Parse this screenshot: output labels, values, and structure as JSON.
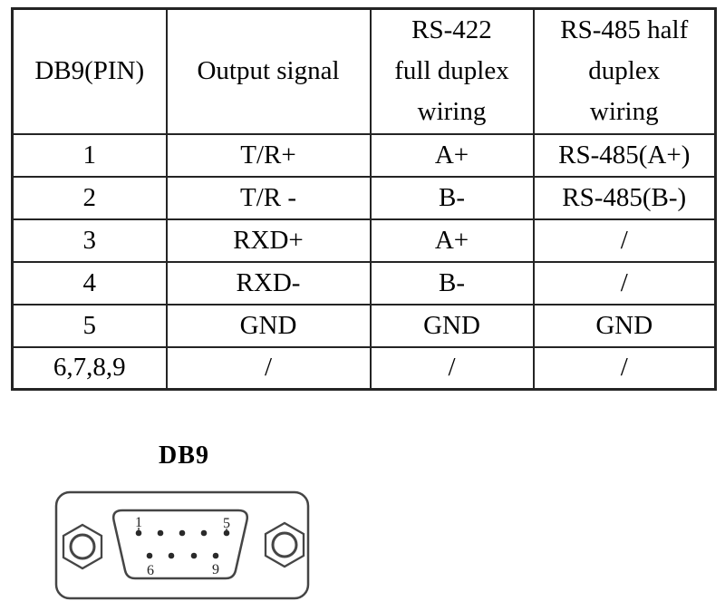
{
  "table": {
    "headers": [
      "DB9(PIN)",
      "Output signal",
      "RS-422\nfull duplex\nwiring",
      "RS-485 half\nduplex\nwiring"
    ],
    "rows": [
      [
        "1",
        "T/R+",
        "A+",
        "RS-485(A+)"
      ],
      [
        "2",
        "T/R -",
        "B-",
        "RS-485(B-)"
      ],
      [
        "3",
        "RXD+",
        "A+",
        "/"
      ],
      [
        "4",
        "RXD-",
        "B-",
        "/"
      ],
      [
        "5",
        "GND",
        "GND",
        "GND"
      ],
      [
        "6,7,8,9",
        "/",
        "/",
        "/"
      ]
    ]
  },
  "connector": {
    "title": "DB9",
    "pin_labels": [
      "1",
      "5",
      "6",
      "9"
    ]
  },
  "colors": {
    "table_border": "#242424",
    "drawing_line": "#454545",
    "text": "#000000"
  }
}
